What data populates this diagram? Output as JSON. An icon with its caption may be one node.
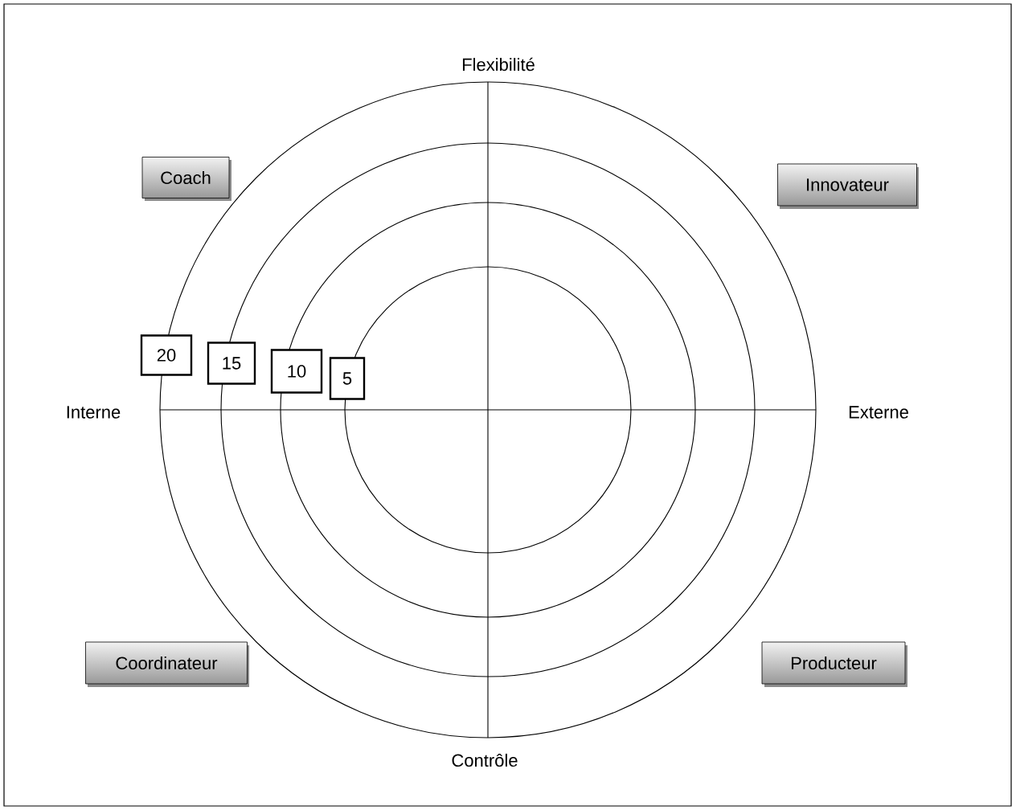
{
  "diagram": {
    "nodes": [
      {
        "text": [
          "Coach"
        ]
      },
      {
        "text": [
          "Innovateur"
        ]
      },
      {
        "text": [
          "20"
        ]
      },
      {
        "text": [
          "15"
        ]
      },
      {
        "text": [
          "10"
        ]
      },
      {
        "text": [
          "5"
        ]
      },
      {
        "text": [
          "Coordinateur"
        ]
      },
      {
        "text": [
          "Producteur"
        ]
      }
    ],
    "labels": [
      "Flexibilité",
      "Interne",
      "Externe",
      "Contrôle"
    ]
  }
}
